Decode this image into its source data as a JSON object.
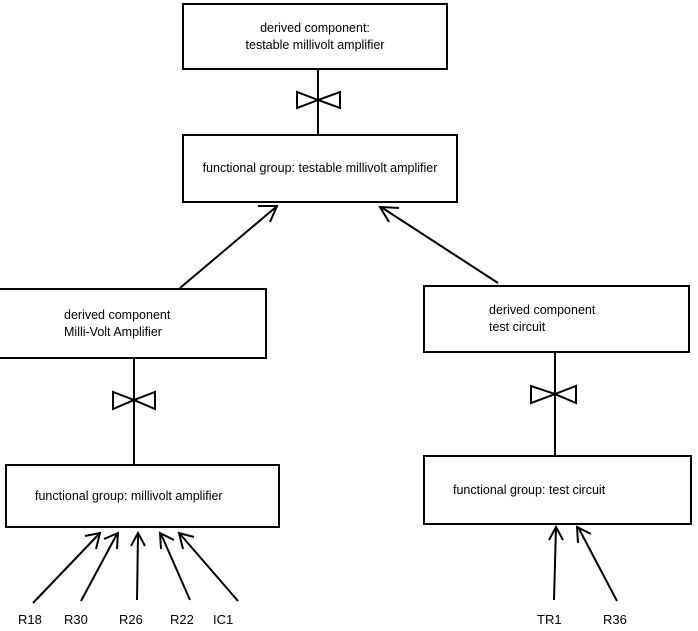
{
  "diagram": {
    "title": "derived component / functional group decomposition",
    "stroke_color": "#000000",
    "background_color": "#ffffff",
    "nodes": [
      {
        "id": "derived-testable-mv-amp",
        "label": "derived component:\ntestable millivolt amplifier",
        "kind": "derived component"
      },
      {
        "id": "fg-testable-mv-amp",
        "label": "functional group: testable millivolt amplifier",
        "kind": "functional group"
      },
      {
        "id": "derived-mv-amp",
        "label": "derived component\nMilli-Volt Amplifier",
        "kind": "derived component"
      },
      {
        "id": "derived-test-circuit",
        "label": "derived component\ntest circuit",
        "kind": "derived component"
      },
      {
        "id": "fg-mv-amp",
        "label": "functional group: millivolt amplifier",
        "kind": "functional group"
      },
      {
        "id": "fg-test-circuit",
        "label": "functional group: test circuit",
        "kind": "functional group"
      }
    ],
    "leaf_labels": [
      {
        "id": "r18",
        "label": "R18"
      },
      {
        "id": "r30",
        "label": "R30"
      },
      {
        "id": "r26",
        "label": "R26"
      },
      {
        "id": "r22",
        "label": "R22"
      },
      {
        "id": "ic1",
        "label": "IC1"
      },
      {
        "id": "tr1",
        "label": "TR1"
      },
      {
        "id": "r36",
        "label": "R36"
      }
    ],
    "connectors": [
      {
        "id": "bowtie-top",
        "type": "bowtie",
        "from": "derived-testable-mv-amp",
        "to": "fg-testable-mv-amp"
      },
      {
        "id": "bowtie-left",
        "type": "bowtie",
        "from": "derived-mv-amp",
        "to": "fg-mv-amp"
      },
      {
        "id": "bowtie-right",
        "type": "bowtie",
        "from": "derived-test-circuit",
        "to": "fg-test-circuit"
      },
      {
        "id": "arrow-mv-to-fg",
        "type": "arrow",
        "from": "derived-mv-amp",
        "to": "fg-testable-mv-amp"
      },
      {
        "id": "arrow-tc-to-fg",
        "type": "arrow",
        "from": "derived-test-circuit",
        "to": "fg-testable-mv-amp"
      },
      {
        "id": "arrow-r18",
        "type": "arrow",
        "from": "r18",
        "to": "fg-mv-amp"
      },
      {
        "id": "arrow-r30",
        "type": "arrow",
        "from": "r30",
        "to": "fg-mv-amp"
      },
      {
        "id": "arrow-r26",
        "type": "arrow",
        "from": "r26",
        "to": "fg-mv-amp"
      },
      {
        "id": "arrow-r22",
        "type": "arrow",
        "from": "r22",
        "to": "fg-mv-amp"
      },
      {
        "id": "arrow-ic1",
        "type": "arrow",
        "from": "ic1",
        "to": "fg-mv-amp"
      },
      {
        "id": "arrow-tr1",
        "type": "arrow",
        "from": "tr1",
        "to": "fg-test-circuit"
      },
      {
        "id": "arrow-r36",
        "type": "arrow",
        "from": "r36",
        "to": "fg-test-circuit"
      }
    ]
  }
}
